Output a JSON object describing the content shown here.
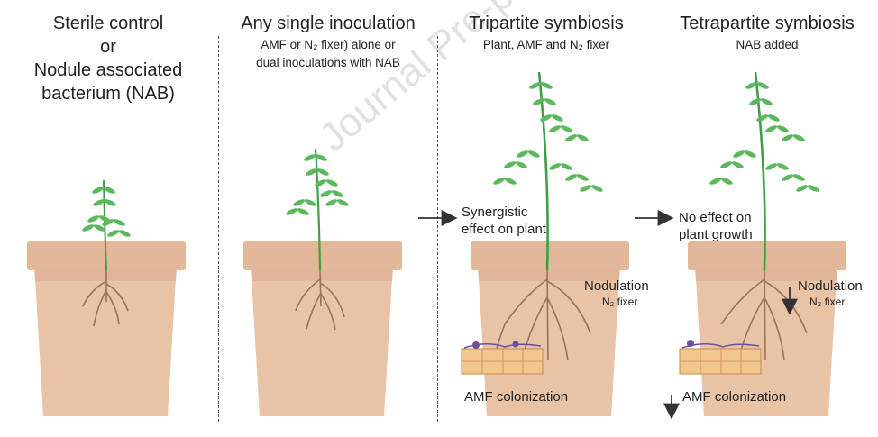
{
  "panels": [
    {
      "title_lines": [
        "Sterile control",
        "or",
        "Nodule associated",
        "bacterium (NAB)"
      ]
    },
    {
      "title": "Any single inoculation",
      "subtitle_lines": [
        "AMF or N₂ fixer) alone or",
        "dual inoculations with NAB"
      ]
    },
    {
      "title": "Tripartite symbiosis",
      "subtitle": "Plant, AMF and N₂ fixer"
    },
    {
      "title": "Tetrapartite symbiosis",
      "subtitle": "NAB added"
    }
  ],
  "effects": {
    "tripartite": [
      "Synergistic",
      "effect on plant"
    ],
    "tetrapartite": [
      "No effect on",
      "plant growth"
    ]
  },
  "nodulation": {
    "label": "Nodulation",
    "sublabel": "N₂ fixer"
  },
  "amf": {
    "label": "AMF colonization"
  },
  "watermark": "Journal Pre-proof",
  "colors": {
    "pot": "#e8c3a6",
    "pot_rim": "#e2b898",
    "leaf": "#5cb85c",
    "stem": "#3f9f46",
    "root": "#9a7159",
    "arrow": "#333333"
  }
}
